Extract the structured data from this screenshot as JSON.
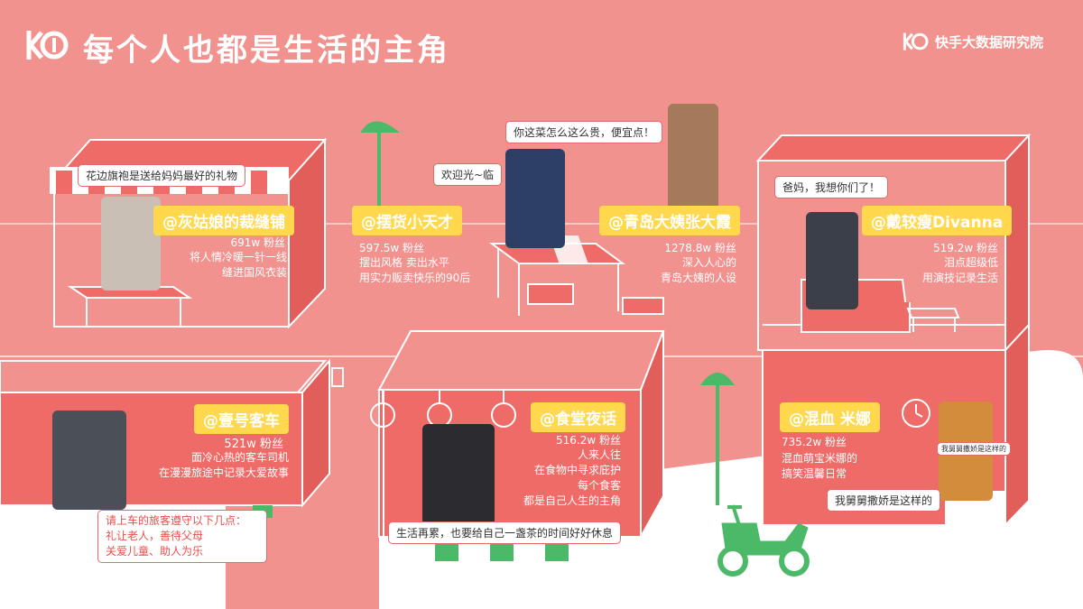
{
  "header": {
    "title": "每个人也都是生活的主角",
    "brand": "快手大数据研究院"
  },
  "colors": {
    "background": "#f2928f",
    "house": "#ee6b68",
    "tag": "#ffd84d",
    "green": "#4cb968",
    "white": "#ffffff"
  },
  "cards": [
    {
      "id": "tailor",
      "handle": "@灰姑娘的裁缝铺",
      "fans": "691w 粉丝",
      "desc": [
        "将人情冷暖一针一线",
        "缝进国风衣装"
      ],
      "bubble": "花边旗袍是送给妈妈最好的礼物"
    },
    {
      "id": "vendor",
      "handle": "@摆货小天才",
      "fans": "597.5w 粉丝",
      "desc": [
        "摆出风格 卖出水平",
        "用实力贩卖快乐的90后"
      ],
      "bubble": "欢迎光~临"
    },
    {
      "id": "aunt",
      "handle": "@青岛大姨张大霞",
      "fans": "1278.8w 粉丝",
      "desc": [
        "深入人心的",
        "青岛大姨的人设"
      ],
      "bubble": "你这菜怎么这么贵，便宜点！"
    },
    {
      "id": "daijiao",
      "handle": "@戴较瘦Divanna",
      "fans": "519.2w 粉丝",
      "desc": [
        "泪点超级低",
        "用演技记录生活"
      ],
      "bubble": "爸妈，我想你们了！"
    },
    {
      "id": "driver",
      "handle": "@壹号客车",
      "fans": "521w 粉丝",
      "desc": [
        "面冷心热的客车司机",
        "在漫漫旅途中记录大爱故事"
      ],
      "bubble": [
        "请上车的旅客遵守以下几点：",
        "礼让老人，善待父母",
        "关爱儿童、助人为乐"
      ]
    },
    {
      "id": "canteen",
      "handle": "@食堂夜话",
      "fans": "516.2w 粉丝",
      "desc": [
        "人来人往",
        "在食物中寻求庇护",
        "每个食客",
        "都是自己人生的主角"
      ],
      "bubble": "生活再累，也要给自己一盏茶的时间好好休息"
    },
    {
      "id": "mina",
      "handle": "@混血 米娜",
      "fans": "735.2w 粉丝",
      "desc": [
        "混血萌宝米娜的",
        "搞笑温馨日常"
      ],
      "bubble": "我舅舅撒娇是这样的",
      "sign": "我舅舅撒娇是这样的"
    }
  ],
  "icons": [
    "kuaishou-logo-icon",
    "street-lamp-icon",
    "scooter-icon",
    "clock-icon",
    "sewing-machine-icon"
  ]
}
